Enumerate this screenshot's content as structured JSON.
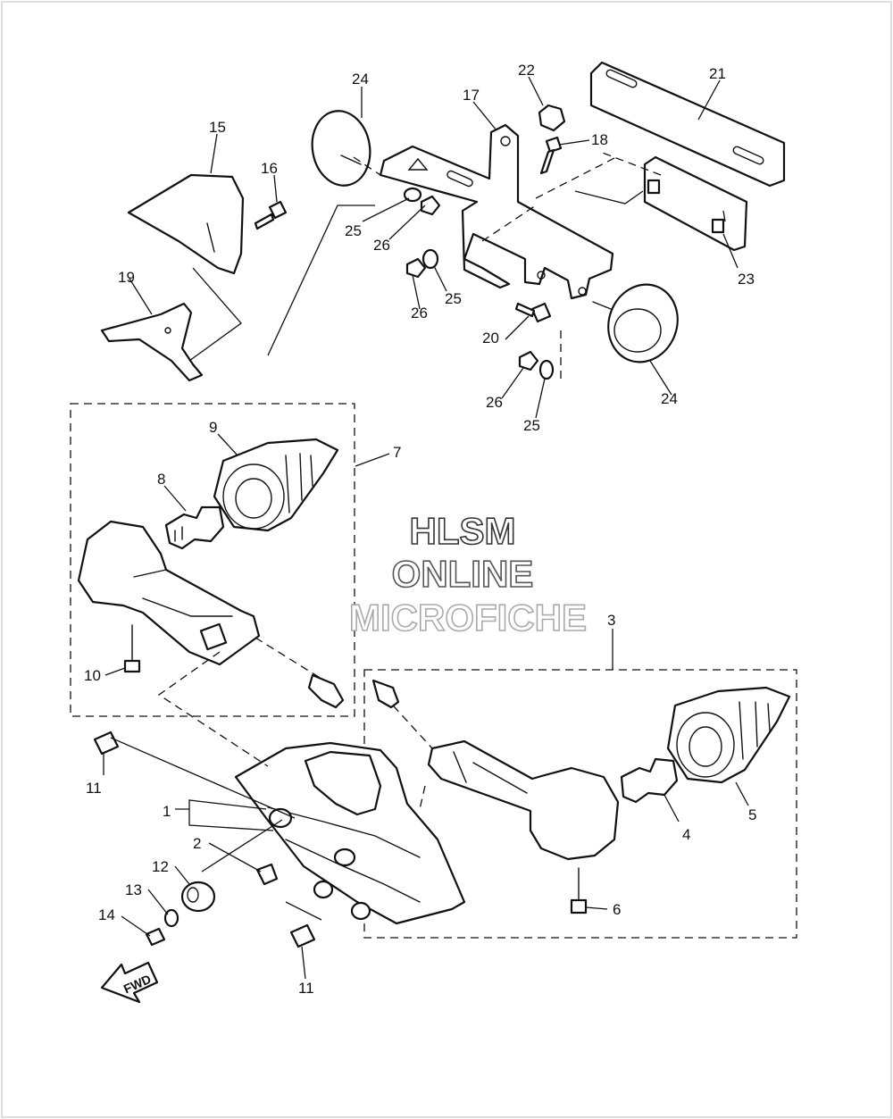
{
  "watermark": {
    "line1": "HLSM",
    "line2": "ONLINE",
    "line3": "MICROFICHE"
  },
  "direction_arrow": {
    "label": "FWD",
    "icon": "forward-arrow-icon"
  },
  "callouts": [
    {
      "id": "callout-1",
      "text": "1"
    },
    {
      "id": "callout-2",
      "text": "2"
    },
    {
      "id": "callout-3",
      "text": "3"
    },
    {
      "id": "callout-4",
      "text": "4"
    },
    {
      "id": "callout-5",
      "text": "5"
    },
    {
      "id": "callout-6",
      "text": "6"
    },
    {
      "id": "callout-7",
      "text": "7"
    },
    {
      "id": "callout-8",
      "text": "8"
    },
    {
      "id": "callout-9",
      "text": "9"
    },
    {
      "id": "callout-10",
      "text": "10"
    },
    {
      "id": "callout-11a",
      "text": "11"
    },
    {
      "id": "callout-11b",
      "text": "11"
    },
    {
      "id": "callout-12",
      "text": "12"
    },
    {
      "id": "callout-13",
      "text": "13"
    },
    {
      "id": "callout-14",
      "text": "14"
    },
    {
      "id": "callout-15",
      "text": "15"
    },
    {
      "id": "callout-16",
      "text": "16"
    },
    {
      "id": "callout-17",
      "text": "17"
    },
    {
      "id": "callout-18",
      "text": "18"
    },
    {
      "id": "callout-19",
      "text": "19"
    },
    {
      "id": "callout-20",
      "text": "20"
    },
    {
      "id": "callout-21",
      "text": "21"
    },
    {
      "id": "callout-22",
      "text": "22"
    },
    {
      "id": "callout-23",
      "text": "23"
    },
    {
      "id": "callout-24a",
      "text": "24"
    },
    {
      "id": "callout-24b",
      "text": "24"
    },
    {
      "id": "callout-25a",
      "text": "25"
    },
    {
      "id": "callout-25b",
      "text": "25"
    },
    {
      "id": "callout-25c",
      "text": "25"
    },
    {
      "id": "callout-26a",
      "text": "26"
    },
    {
      "id": "callout-26b",
      "text": "26"
    },
    {
      "id": "callout-26c",
      "text": "26"
    }
  ],
  "colors": {
    "line": "#111111",
    "paper": "#ffffff",
    "frame": "#dddddd"
  }
}
